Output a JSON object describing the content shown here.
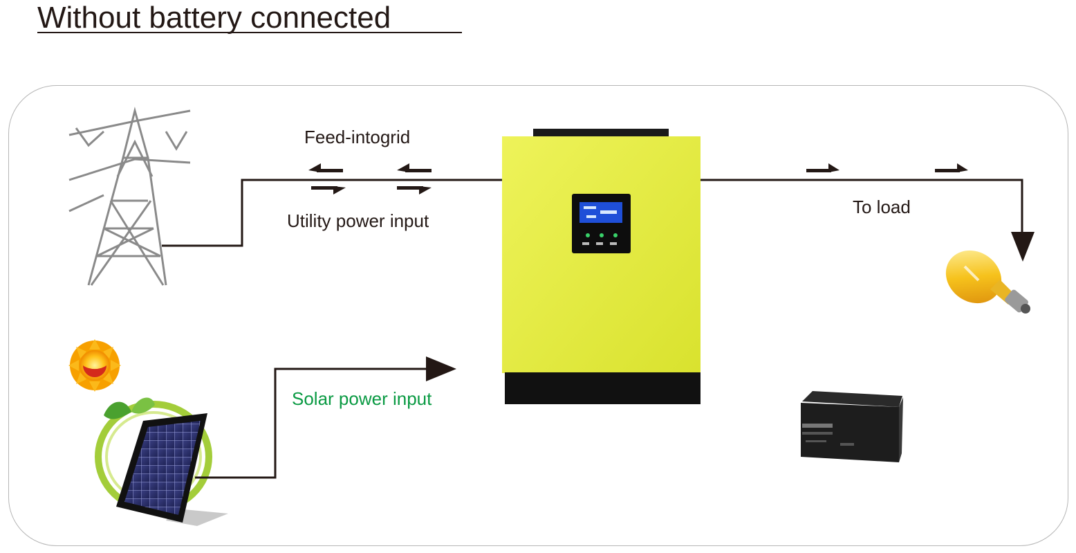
{
  "title": "Without battery connected",
  "labels": {
    "feed_into_grid": "Feed-intogrid",
    "utility_power_input": "Utility power input",
    "to_load": "To load",
    "solar_power_input": "Solar power input"
  },
  "icons": {
    "grid_tower": "transmission-tower-icon",
    "inverter": "hybrid-inverter-icon",
    "load": "light-bulb-icon",
    "solar": "solar-panel-icon",
    "sun": "sun-icon",
    "battery": "battery-icon"
  },
  "colors": {
    "line": "#231815",
    "inverter_body": "#e5ee3e",
    "solar_label": "#0a9a43",
    "frame": "#b5b5b5"
  }
}
